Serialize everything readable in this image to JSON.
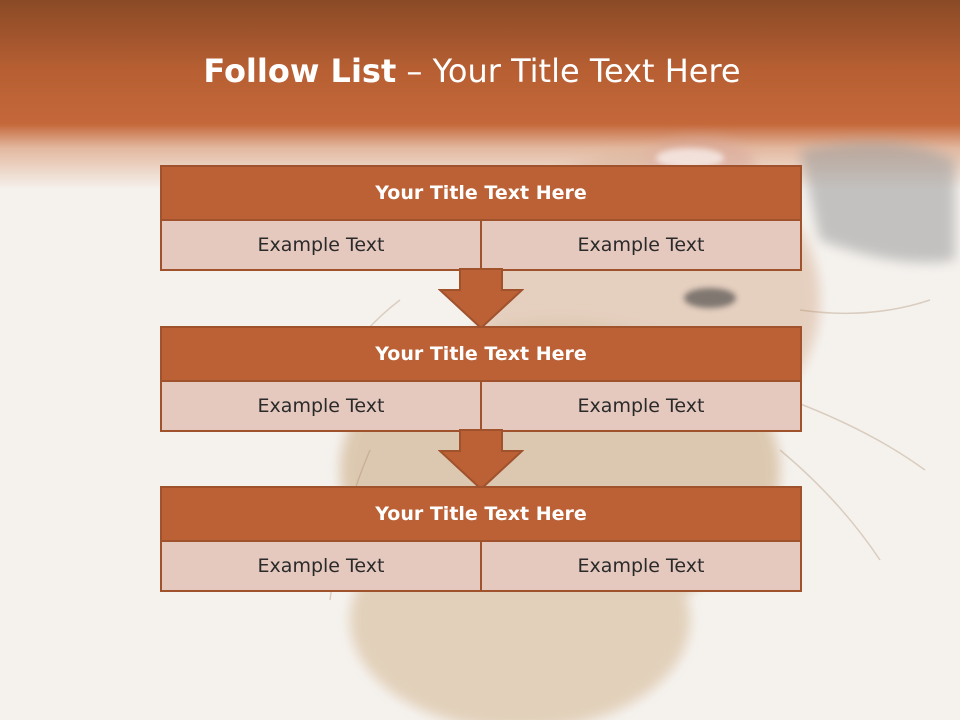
{
  "slide": {
    "title_bold": "Follow List",
    "title_rest": "  – Your Title Text Here",
    "colors": {
      "accent": "#bb6135",
      "cell": "#e5c8be",
      "border": "#a0522d"
    }
  },
  "blocks": [
    {
      "title": "Your Title Text Here",
      "left": "Example Text",
      "right": "Example Text"
    },
    {
      "title": "Your Title Text Here",
      "left": "Example Text",
      "right": "Example Text"
    },
    {
      "title": "Your Title Text Here",
      "left": "Example Text",
      "right": "Example Text"
    }
  ]
}
